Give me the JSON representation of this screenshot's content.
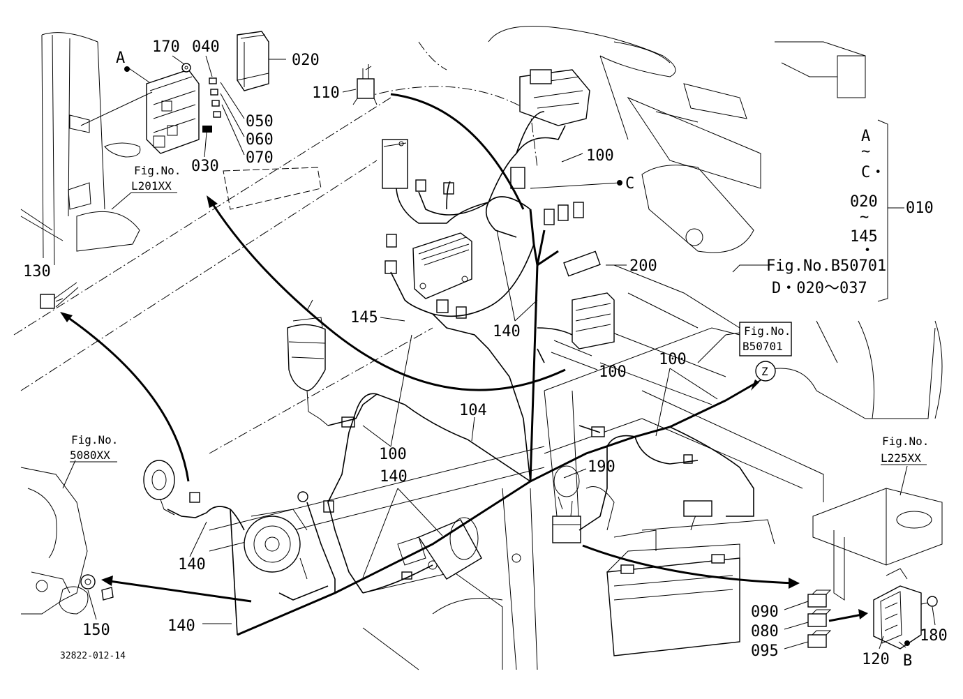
{
  "callouts": {
    "c170": "170",
    "c040": "040",
    "c020": "020",
    "cA": "A",
    "c050": "050",
    "c060": "060",
    "c070": "070",
    "c030": "030",
    "c110": "110",
    "c100_top": "100",
    "cC": "C",
    "c200": "200",
    "c145": "145",
    "c140_mid": "140",
    "c100_right1": "100",
    "c100_right2": "100",
    "c104": "104",
    "c100_center": "100",
    "c190": "190",
    "c140_lower": "140",
    "c140_left": "140",
    "c140_bottom": "140",
    "c130": "130",
    "c150": "150",
    "c090": "090",
    "c080": "080",
    "c095": "095",
    "c120": "120",
    "c180": "180",
    "cB": "B",
    "cZ": "Z"
  },
  "legend": {
    "line1": "A",
    "tilde1": "~",
    "line2": "C・",
    "line3": "020",
    "tilde2": "~",
    "line4": "145",
    "dot": "・",
    "code": "010",
    "fig_line": "Fig.No.B50701",
    "d_line": "D・020～037"
  },
  "fig_refs": {
    "l201_label": "Fig.No.",
    "l201_code": "L201XX",
    "b50701_label": "Fig.No.",
    "b50701_code": "B50701",
    "f5080_label": "Fig.No.",
    "f5080_code": "5080XX",
    "l225_label": "Fig.No.",
    "l225_code": "L225XX"
  },
  "part_id": "32822-012-14"
}
